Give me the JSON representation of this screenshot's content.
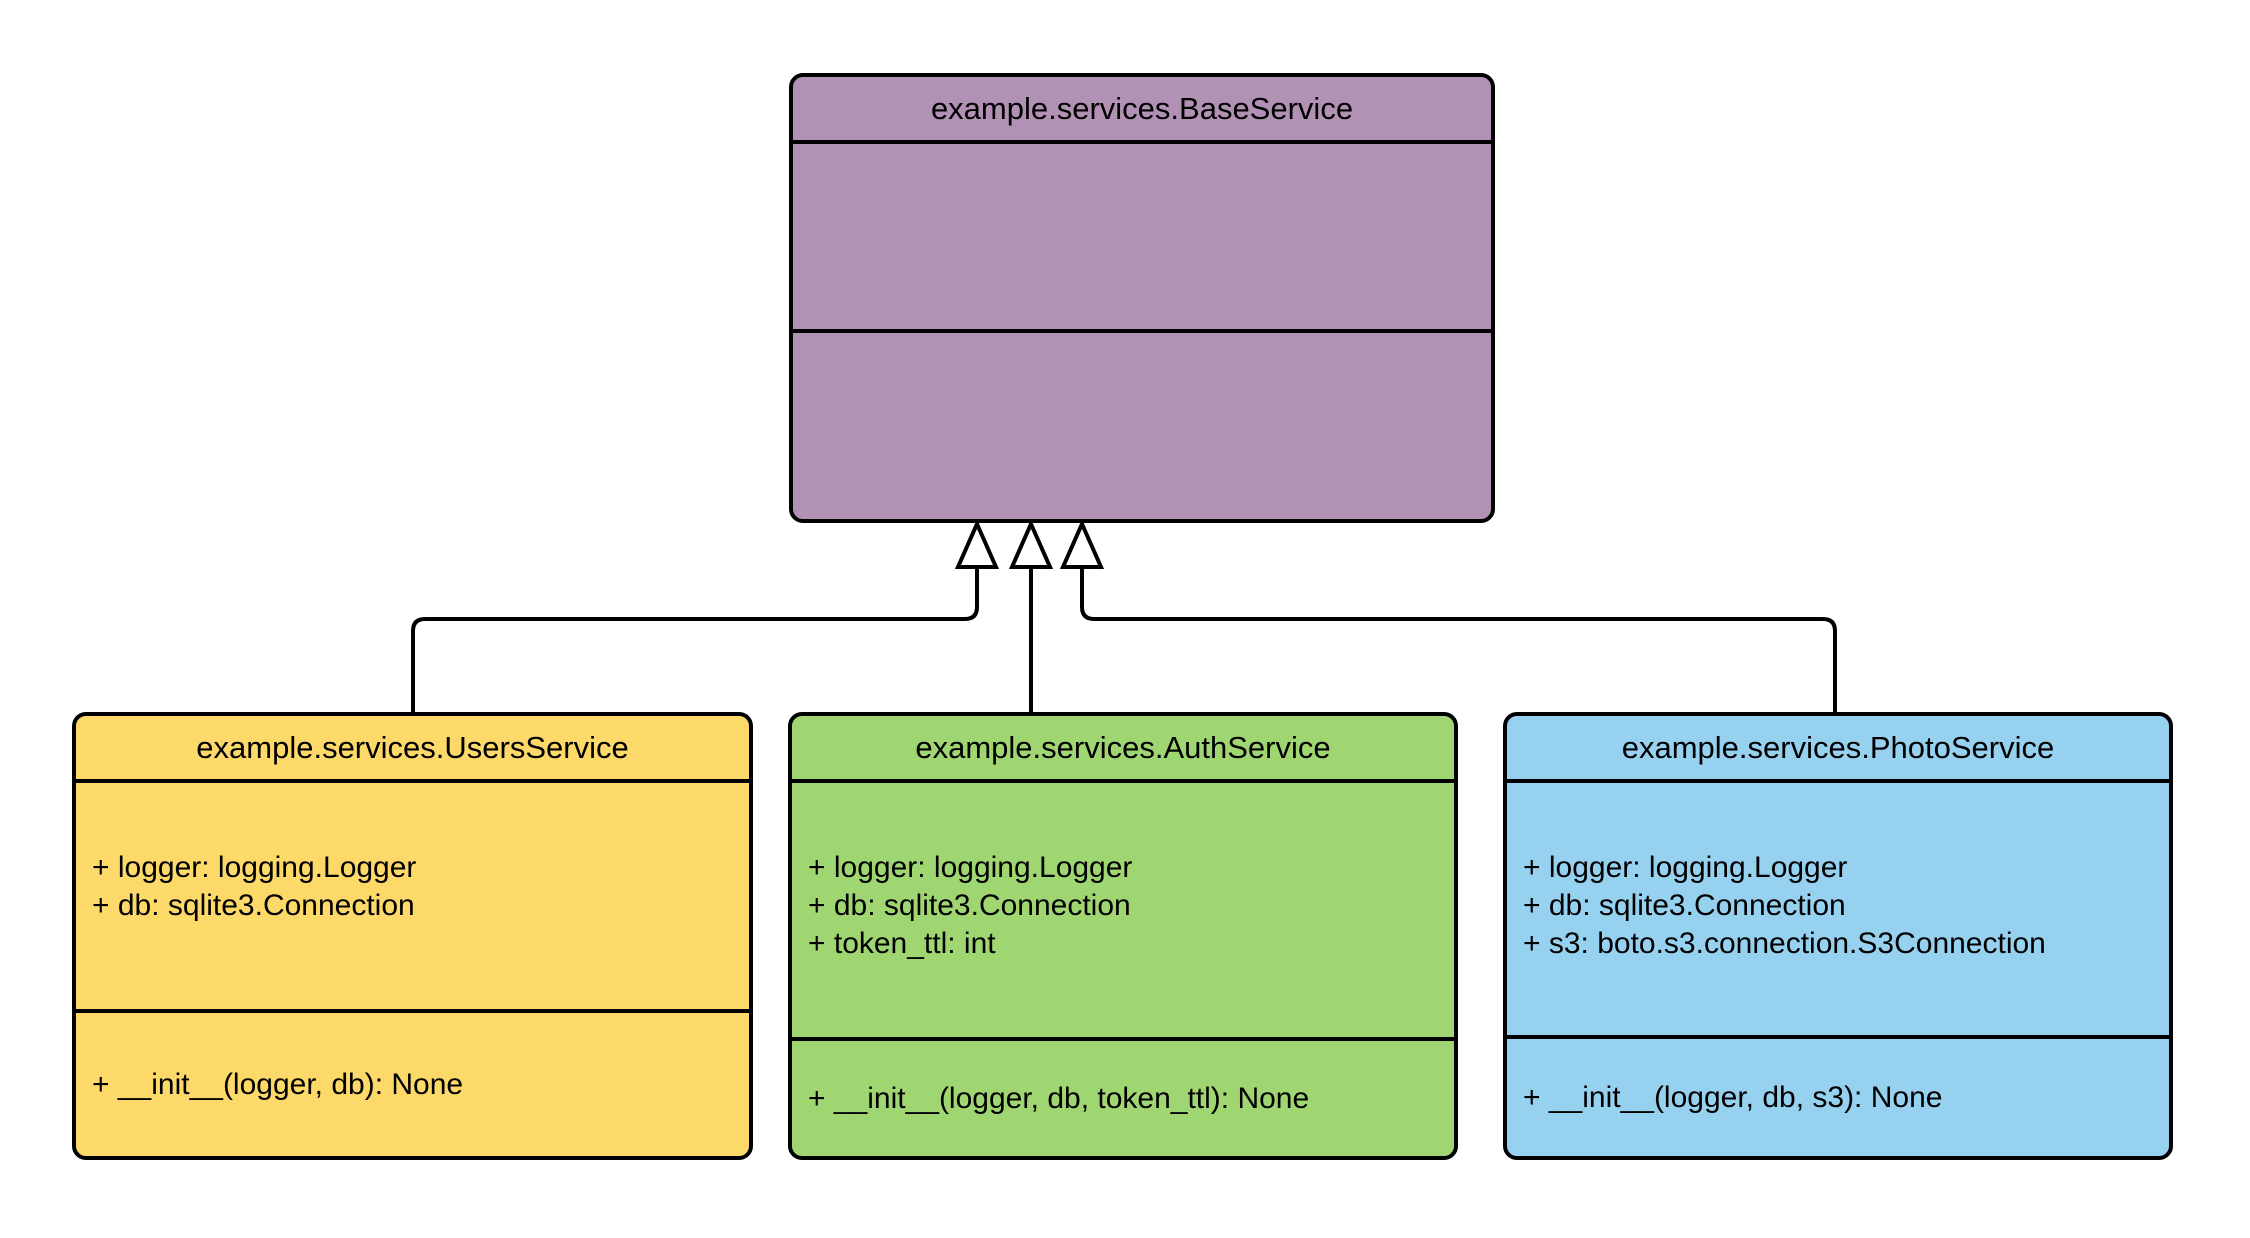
{
  "diagram": {
    "type": "uml-class-diagram",
    "background": "#ffffff",
    "stroke_color": "#000000",
    "classes": [
      {
        "name": "example.services.BaseService",
        "fill": "#b292b4",
        "attributes": [],
        "methods": []
      },
      {
        "name": "example.services.UsersService",
        "fill": "#fdd96a",
        "attributes": [
          "+ logger: logging.Logger",
          "+ db: sqlite3.Connection"
        ],
        "methods": [
          "+ __init__(logger, db): None"
        ]
      },
      {
        "name": "example.services.AuthService",
        "fill": "#a0d672",
        "attributes": [
          "+ logger: logging.Logger",
          "+ db: sqlite3.Connection",
          "+ token_ttl: int"
        ],
        "methods": [
          "+ __init__(logger, db, token_ttl): None"
        ]
      },
      {
        "name": "example.services.PhotoService",
        "fill": "#97d1f0",
        "attributes": [
          "+ logger: logging.Logger",
          "+ db: sqlite3.Connection",
          "+ s3: boto.s3.connection.S3Connection"
        ],
        "methods": [
          "+ __init__(logger, db, s3): None"
        ]
      }
    ],
    "relations": [
      {
        "from": "example.services.UsersService",
        "to": "example.services.BaseService",
        "type": "inheritance"
      },
      {
        "from": "example.services.AuthService",
        "to": "example.services.BaseService",
        "type": "inheritance"
      },
      {
        "from": "example.services.PhotoService",
        "to": "example.services.BaseService",
        "type": "inheritance"
      }
    ]
  }
}
